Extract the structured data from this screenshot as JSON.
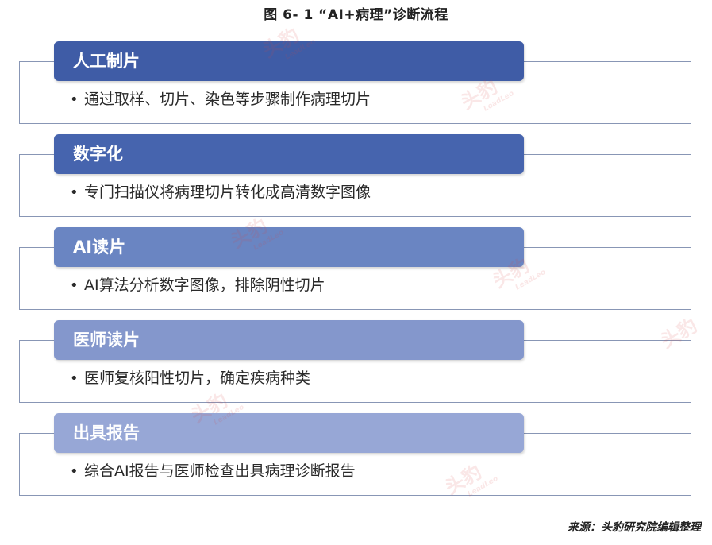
{
  "title": "图 6- 1 “AI+病理”诊断流程",
  "steps": [
    {
      "header": "人工制片",
      "desc": "通过取样、切片、染色等步骤制作病理切片",
      "color": "#3f5ca6"
    },
    {
      "header": "数字化",
      "desc": "专门扫描仪将病理切片转化成高清数字图像",
      "color": "#4664ae"
    },
    {
      "header": "AI读片",
      "desc": "AI算法分析数字图像，排除阴性切片",
      "color": "#6a85c2"
    },
    {
      "header": "医师读片",
      "desc": "医师复核阳性切片，确定疾病种类",
      "color": "#8497cc"
    },
    {
      "header": "出具报告",
      "desc": "综合AI报告与医师检查出具病理诊断报告",
      "color": "#97a7d6"
    }
  ],
  "bullet": "•",
  "source": "来源：头豹研究院编辑整理",
  "watermark": {
    "main": "头豹",
    "sub": "LeadLeo"
  }
}
